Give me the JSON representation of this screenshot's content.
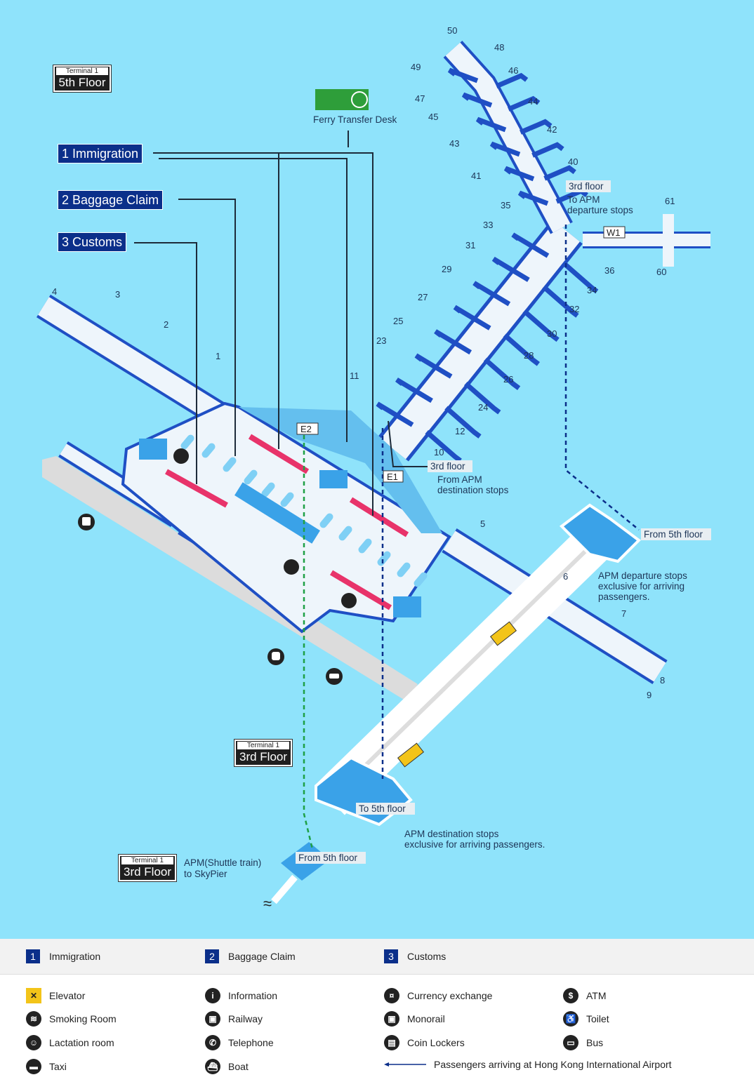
{
  "map": {
    "floor_badges": [
      {
        "terminal": "Terminal 1",
        "floor": "5th Floor"
      },
      {
        "terminal": "Terminal 1",
        "floor": "3rd Floor"
      },
      {
        "terminal": "Terminal 1",
        "floor": "3rd Floor"
      }
    ],
    "categories": [
      {
        "num": "1",
        "label": "Immigration"
      },
      {
        "num": "2",
        "label": "Baggage Claim"
      },
      {
        "num": "3",
        "label": "Customs"
      }
    ],
    "ferry_desk": "Ferry Transfer Desk",
    "gates": [
      "50",
      "48",
      "49",
      "46",
      "47",
      "44",
      "45",
      "42",
      "43",
      "40",
      "41",
      "35",
      "33",
      "31",
      "29",
      "27",
      "25",
      "23",
      "11",
      "12",
      "10",
      "36",
      "34",
      "32",
      "30",
      "28",
      "26",
      "24",
      "61",
      "60",
      "4",
      "3",
      "2",
      "1",
      "5",
      "6",
      "7",
      "8",
      "9"
    ],
    "exits": {
      "w1": "W1",
      "e1": "E1",
      "e2": "E2"
    },
    "notes": {
      "third_floor_a": "3rd floor",
      "to_apm": "To APM",
      "departure_stops": "departure stops",
      "third_floor_b": "3rd floor",
      "from_apm": "From APM",
      "destination_stops": "destination stops",
      "from_5th_a": "From 5th floor",
      "apm_dep_1": "APM departure stops",
      "apm_dep_2": "exclusive for arriving",
      "apm_dep_3": "passengers.",
      "to_5th": "To 5th floor",
      "apm_dest_1": "APM destination stops",
      "apm_dest_2": "exclusive for arriving passengers.",
      "from_5th_b": "From 5th floor",
      "shuttle_1": "APM(Shuttle train)",
      "shuttle_2": "to SkyPier"
    }
  },
  "legend": {
    "categories": [
      {
        "num": "1",
        "label": "Immigration"
      },
      {
        "num": "2",
        "label": "Baggage Claim"
      },
      {
        "num": "3",
        "label": "Customs"
      }
    ],
    "icons": [
      {
        "icon": "elevator-icon",
        "label": "Elevator"
      },
      {
        "icon": "smoking-room-icon",
        "label": "Smoking Room"
      },
      {
        "icon": "lactation-room-icon",
        "label": "Lactation room"
      },
      {
        "icon": "taxi-icon",
        "label": "Taxi"
      },
      {
        "icon": "information-icon",
        "label": "Information"
      },
      {
        "icon": "railway-icon",
        "label": "Railway"
      },
      {
        "icon": "telephone-icon",
        "label": "Telephone"
      },
      {
        "icon": "boat-icon",
        "label": "Boat"
      },
      {
        "icon": "currency-exchange-icon",
        "label": "Currency exchange"
      },
      {
        "icon": "monorail-icon",
        "label": "Monorail"
      },
      {
        "icon": "coin-lockers-icon",
        "label": "Coin Lockers"
      },
      {
        "icon": "atm-icon",
        "label": "ATM"
      },
      {
        "icon": "toilet-icon",
        "label": "Toilet"
      },
      {
        "icon": "bus-icon",
        "label": "Bus"
      }
    ],
    "arrival_path": "Passengers arriving at Hong Kong International Airport"
  },
  "colors": {
    "background": "#8fe3fb",
    "floor": "#eef5fb",
    "wall": "#1f4fc4",
    "immigration_bar": "#e8336a",
    "badge": "#0b2f8a"
  }
}
